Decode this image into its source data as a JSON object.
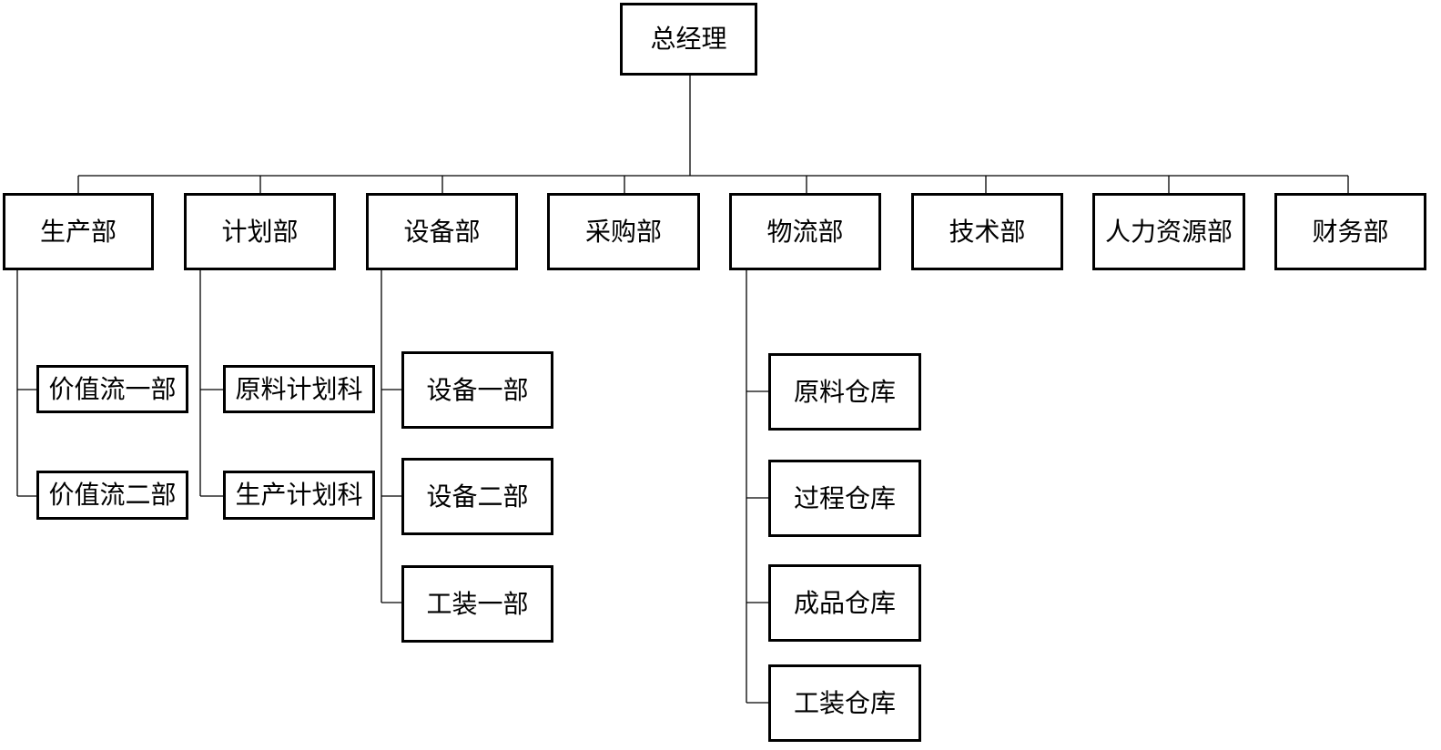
{
  "diagram": {
    "root": {
      "id": "ceo",
      "label": "总经理"
    },
    "departments": [
      {
        "id": "prod",
        "label": "生产部",
        "children": [
          {
            "id": "vs1",
            "label": "价值流一部"
          },
          {
            "id": "vs2",
            "label": "价值流二部"
          }
        ]
      },
      {
        "id": "plan",
        "label": "计划部",
        "children": [
          {
            "id": "mp",
            "label": "原料计划科"
          },
          {
            "id": "pp",
            "label": "生产计划科"
          }
        ]
      },
      {
        "id": "equip",
        "label": "设备部",
        "children": [
          {
            "id": "eq1",
            "label": "设备一部"
          },
          {
            "id": "eq2",
            "label": "设备二部"
          },
          {
            "id": "tool1",
            "label": "工装一部"
          }
        ]
      },
      {
        "id": "purch",
        "label": "采购部",
        "children": []
      },
      {
        "id": "logi",
        "label": "物流部",
        "children": [
          {
            "id": "wh1",
            "label": "原料仓库"
          },
          {
            "id": "wh2",
            "label": "过程仓库"
          },
          {
            "id": "wh3",
            "label": "成品仓库"
          },
          {
            "id": "wh4",
            "label": "工装仓库"
          }
        ]
      },
      {
        "id": "tech",
        "label": "技术部",
        "children": []
      },
      {
        "id": "hr",
        "label": "人力资源部",
        "children": []
      },
      {
        "id": "fin",
        "label": "财务部",
        "children": []
      }
    ]
  }
}
